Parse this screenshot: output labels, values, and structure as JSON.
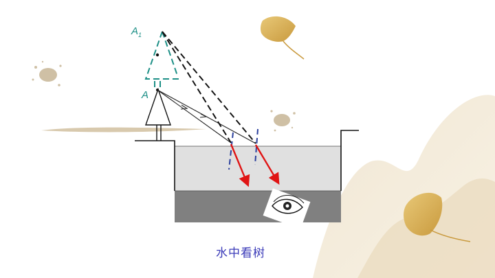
{
  "caption": "水中看树",
  "labels": {
    "image_point": "A",
    "image_point_sub": "1",
    "object_point": "A"
  },
  "colors": {
    "teal": "#1c8f86",
    "refracted_ray": "#e01414",
    "normal": "#2a3f9c",
    "water": "#e0e0e0",
    "bottom": "#808080",
    "caption": "#3a3ab8",
    "ginkgo": "#d9b45c"
  }
}
